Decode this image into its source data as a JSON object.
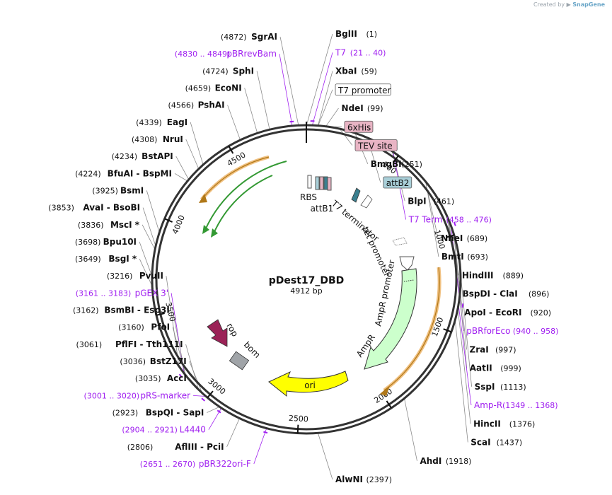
{
  "credit": {
    "prefix": "Created by",
    "brand": "SnapGene"
  },
  "plasmid": {
    "name": "pDest17_DBD",
    "length_label": "4912 bp",
    "length": 4912
  },
  "ticks": [
    {
      "pos": 500,
      "label": "500"
    },
    {
      "pos": 1000,
      "label": "1000"
    },
    {
      "pos": 1500,
      "label": "1500"
    },
    {
      "pos": 2000,
      "label": "2000"
    },
    {
      "pos": 2500,
      "label": "2500"
    },
    {
      "pos": 3000,
      "label": "3000"
    },
    {
      "pos": 3500,
      "label": "3500"
    },
    {
      "pos": 4000,
      "label": "4000"
    },
    {
      "pos": 4500,
      "label": "4500"
    }
  ],
  "sites": [
    {
      "pos": 4872,
      "name": "SgrAI",
      "coord": "(4872)",
      "kind": "enzyme"
    },
    {
      "pos": 1,
      "name": "BglII",
      "coord": "(1)",
      "kind": "enzyme"
    },
    {
      "pos": 4840,
      "name": "pBRrevBam",
      "coord": "(4830 .. 4849)",
      "kind": "primer"
    },
    {
      "pos": 30,
      "name": "T7",
      "coord": "(21 .. 40)",
      "kind": "primer"
    },
    {
      "pos": 4724,
      "name": "SphI",
      "coord": "(4724)",
      "kind": "enzyme"
    },
    {
      "pos": 60,
      "name": "T7 promoter",
      "coord": "",
      "kind": "boxed"
    },
    {
      "pos": 4659,
      "name": "EcoNI",
      "coord": "(4659)",
      "kind": "enzyme"
    },
    {
      "pos": 59,
      "name": "XbaI",
      "coord": "(59)",
      "kind": "enzyme"
    },
    {
      "pos": 4566,
      "name": "PshAI",
      "coord": "(4566)",
      "kind": "enzyme"
    },
    {
      "pos": 99,
      "name": "NdeI",
      "coord": "(99)",
      "kind": "enzyme"
    },
    {
      "pos": 115,
      "name": "6xHis",
      "coord": "",
      "kind": "feature-pink"
    },
    {
      "pos": 170,
      "name": "TEV site",
      "coord": "",
      "kind": "feature-pink"
    },
    {
      "pos": 4339,
      "name": "EagI",
      "coord": "(4339)",
      "kind": "enzyme"
    },
    {
      "pos": 251,
      "name": "BmgBI",
      "coord": "(251)",
      "kind": "enzyme"
    },
    {
      "pos": 4308,
      "name": "NruI",
      "coord": "(4308)",
      "kind": "enzyme"
    },
    {
      "pos": 4234,
      "name": "BstAPI",
      "coord": "(4234)",
      "kind": "enzyme"
    },
    {
      "pos": 320,
      "name": "attB2",
      "coord": "",
      "kind": "feature-blue"
    },
    {
      "pos": 4224,
      "name": "BfuAI - BspMI",
      "coord": "(4224)",
      "kind": "enzyme"
    },
    {
      "pos": 461,
      "name": "BlpI",
      "coord": "(461)",
      "kind": "enzyme"
    },
    {
      "pos": 467,
      "name": "T7 Term",
      "coord": "(458 .. 476)",
      "kind": "primer"
    },
    {
      "pos": 689,
      "name": "NheI",
      "coord": "(689)",
      "kind": "enzyme"
    },
    {
      "pos": 693,
      "name": "BmtI",
      "coord": "(693)",
      "kind": "enzyme"
    },
    {
      "pos": 3925,
      "name": "BsmI",
      "coord": "(3925)",
      "kind": "enzyme"
    },
    {
      "pos": 889,
      "name": "HindIII",
      "coord": "(889)",
      "kind": "enzyme"
    },
    {
      "pos": 3853,
      "name": "AvaI - BsoBI",
      "coord": "(3853)",
      "kind": "enzyme"
    },
    {
      "pos": 896,
      "name": "BspDI - ClaI",
      "coord": "(896)",
      "kind": "enzyme"
    },
    {
      "pos": 3836,
      "name": "MscI *",
      "coord": "(3836)",
      "kind": "enzyme"
    },
    {
      "pos": 920,
      "name": "ApoI - EcoRI",
      "coord": "(920)",
      "kind": "enzyme"
    },
    {
      "pos": 949,
      "name": "pBRforEco",
      "coord": "(940 .. 958)",
      "kind": "primer"
    },
    {
      "pos": 3698,
      "name": "Bpu10I",
      "coord": "(3698)",
      "kind": "enzyme"
    },
    {
      "pos": 997,
      "name": "ZraI",
      "coord": "(997)",
      "kind": "enzyme"
    },
    {
      "pos": 3649,
      "name": "BsgI *",
      "coord": "(3649)",
      "kind": "enzyme"
    },
    {
      "pos": 999,
      "name": "AatII",
      "coord": "(999)",
      "kind": "enzyme"
    },
    {
      "pos": 1113,
      "name": "SspI",
      "coord": "(1113)",
      "kind": "enzyme"
    },
    {
      "pos": 1358,
      "name": "Amp-R",
      "coord": "(1349 .. 1368)",
      "kind": "primer"
    },
    {
      "pos": 3216,
      "name": "PvuII",
      "coord": "(3216)",
      "kind": "enzyme"
    },
    {
      "pos": 1376,
      "name": "HincII",
      "coord": "(1376)",
      "kind": "enzyme"
    },
    {
      "pos": 3162,
      "name": "BsmBI - Esp3I",
      "coord": "(3162)",
      "kind": "enzyme"
    },
    {
      "pos": 1437,
      "name": "ScaI",
      "coord": "(1437)",
      "kind": "enzyme"
    },
    {
      "pos": 3172,
      "name": "pGEX 3'",
      "coord": "(3161 .. 3183)",
      "kind": "primer"
    },
    {
      "pos": 3160,
      "name": "PfoI",
      "coord": "(3160)",
      "kind": "enzyme"
    },
    {
      "pos": 3061,
      "name": "PflFI - Tth111I",
      "coord": "(3061)",
      "kind": "enzyme"
    },
    {
      "pos": 3036,
      "name": "BstZ17I",
      "coord": "(3036)",
      "kind": "enzyme"
    },
    {
      "pos": 3035,
      "name": "AccI",
      "coord": "(3035)",
      "kind": "enzyme"
    },
    {
      "pos": 3010,
      "name": "pRS-marker",
      "coord": "(3001 .. 3020)",
      "kind": "primer"
    },
    {
      "pos": 2923,
      "name": "BspQI - SapI",
      "coord": "(2923)",
      "kind": "enzyme"
    },
    {
      "pos": 2912,
      "name": "L4440",
      "coord": "(2904 .. 2921)",
      "kind": "primer"
    },
    {
      "pos": 1918,
      "name": "AhdI",
      "coord": "(1918)",
      "kind": "enzyme"
    },
    {
      "pos": 2806,
      "name": "AflIII - PciI",
      "coord": "(2806)",
      "kind": "enzyme"
    },
    {
      "pos": 2397,
      "name": "AlwNI",
      "coord": "(2397)",
      "kind": "enzyme"
    },
    {
      "pos": 2660,
      "name": "pBR322ori-F",
      "coord": "(2651 .. 2670)",
      "kind": "primer"
    }
  ],
  "inner_labels": [
    {
      "name": "RBS"
    },
    {
      "name": "attB1"
    },
    {
      "name": "T7 terminator"
    },
    {
      "name": "tet promoter"
    },
    {
      "name": "AmpR promoter"
    },
    {
      "name": "AmpR"
    },
    {
      "name": "rop"
    },
    {
      "name": "bom"
    },
    {
      "name": "ori"
    }
  ],
  "colors": {
    "backbone": "#333333",
    "primer": "#a020f0",
    "enzyme": "#000000",
    "ampr": "#ccffcc",
    "ori": "#ffff00",
    "rop": "#9b2257",
    "bom": "#a0a4a8",
    "feature_pink": "#e8b4c4",
    "feature_blue": "#a9cfd8",
    "orange_arc": "#f0c080",
    "green_arrow": "#339933",
    "t7term": "#3a7f8f"
  }
}
